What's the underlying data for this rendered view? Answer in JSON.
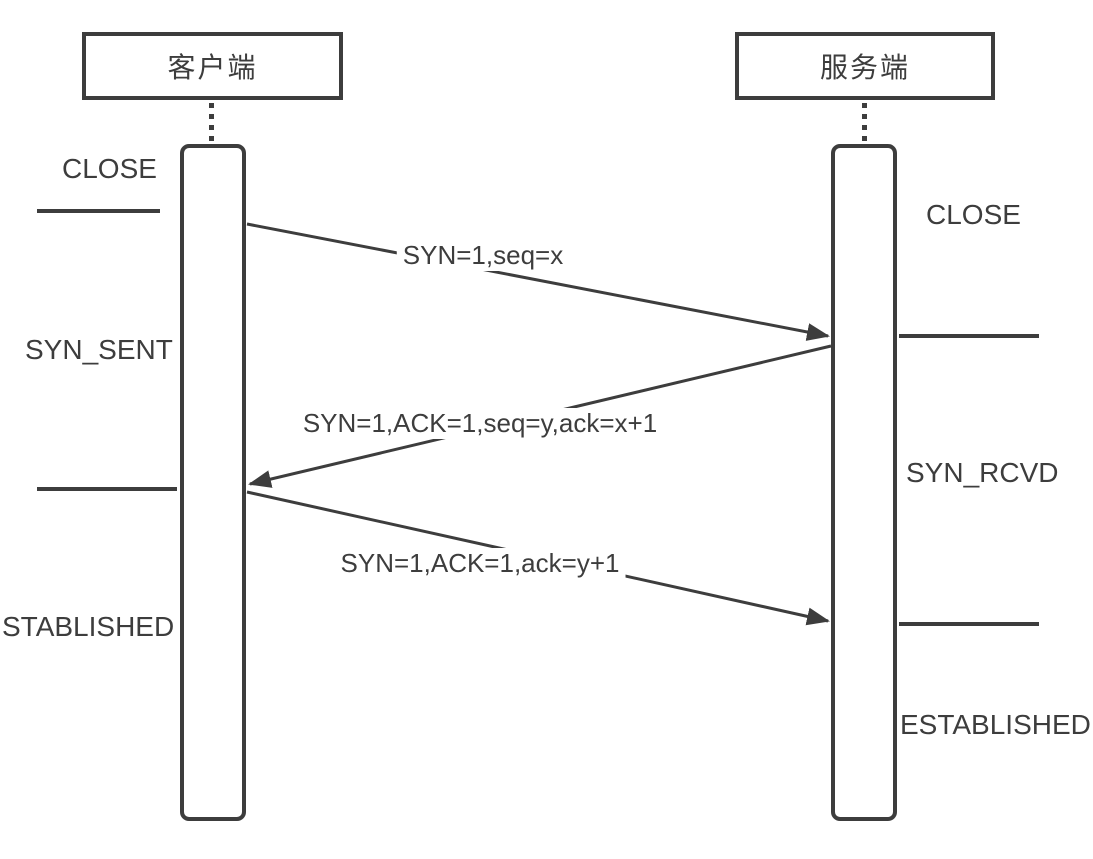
{
  "diagram": {
    "actors": {
      "client": "客户端",
      "server": "服务端"
    },
    "client_states": [
      "CLOSE",
      "SYN_SENT",
      "STABLISHED"
    ],
    "server_states": [
      "CLOSE",
      "SYN_RCVD",
      "ESTABLISHED"
    ],
    "messages": [
      {
        "label": "SYN=1,seq=x",
        "from": "client",
        "to": "server"
      },
      {
        "label": "SYN=1,ACK=1,seq=y,ack=x+1",
        "from": "server",
        "to": "client"
      },
      {
        "label": "SYN=1,ACK=1,ack=y+1",
        "from": "client",
        "to": "server"
      }
    ],
    "colors": {
      "ink": "#3d3d3d",
      "background": "#ffffff"
    }
  }
}
